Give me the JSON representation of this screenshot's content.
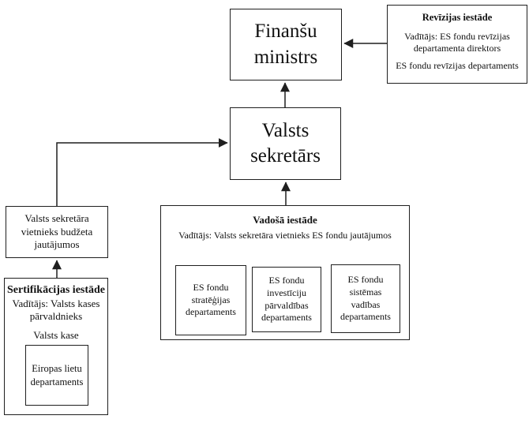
{
  "diagram": {
    "language": "Latvian",
    "colors": {
      "border": "#1f1f1f",
      "background": "#ffffff",
      "text": "#111111"
    },
    "nodes": {
      "finansu_ministrs": {
        "label": "Finanšu ministrs"
      },
      "revizijas_iestade": {
        "title": "Revīzijas iestāde",
        "line1": "Vadītājs: ES fondu revīzijas departamenta direktors",
        "line2": "ES fondu revīzijas departaments"
      },
      "valsts_sekretars": {
        "label": "Valsts sekretārs"
      },
      "vietnieks_budzeta": {
        "label": "Valsts sekretāra vietnieks budžeta jautājumos"
      },
      "sertifikacijas_iestade": {
        "title": "Sertifikācijas iestāde",
        "line1": "Vadītājs: Valsts kases pārvaldnieks",
        "line2": "Valsts kase",
        "inner_department": "Eiropas lietu departaments"
      },
      "vadosa_iestade": {
        "title": "Vadošā iestāde",
        "subtitle": "Vadītājs: Valsts sekretāra vietnieks ES fondu jautājumos",
        "departments": [
          "ES fondu stratēģijas departaments",
          "ES fondu investīciju pārvaldības departaments",
          "ES fondu sistēmas vadības departaments"
        ]
      }
    },
    "connections": [
      "Revīzijas iestāde → Finanšu ministrs",
      "Valsts sekretārs → Finanšu ministrs",
      "Vadošā iestāde → Valsts sekretārs",
      "Valsts sekretāra vietnieks budžeta jautājumos → Valsts sekretārs",
      "Sertifikācijas iestāde → Valsts sekretāra vietnieks budžeta jautājumos"
    ]
  }
}
